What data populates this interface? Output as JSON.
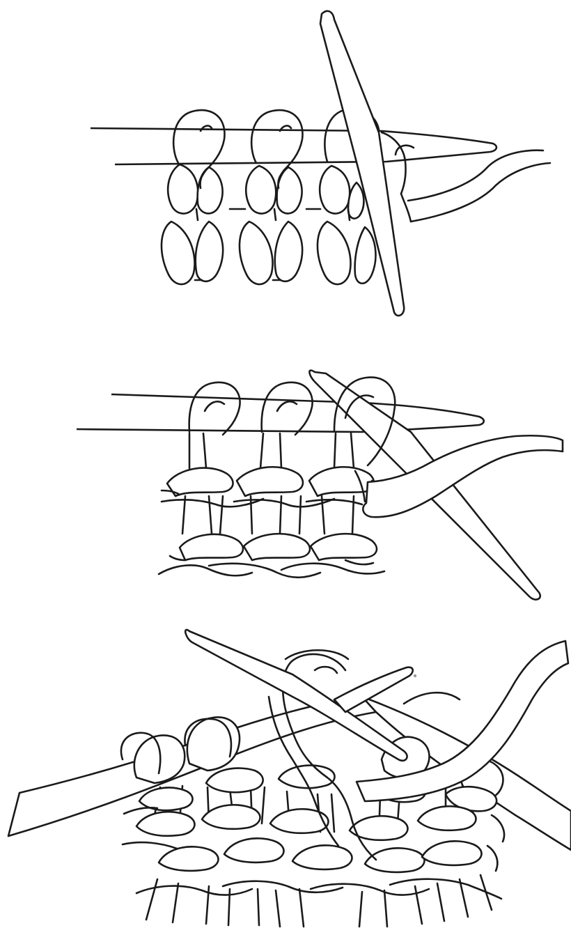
{
  "illustration": {
    "figures": [
      {
        "id": "purl-stitch-step"
      },
      {
        "id": "knit-stitch-step"
      },
      {
        "id": "knit-in-the-round-step"
      }
    ],
    "ink_color": "#1a1a1a",
    "background_color": "#ffffff"
  }
}
